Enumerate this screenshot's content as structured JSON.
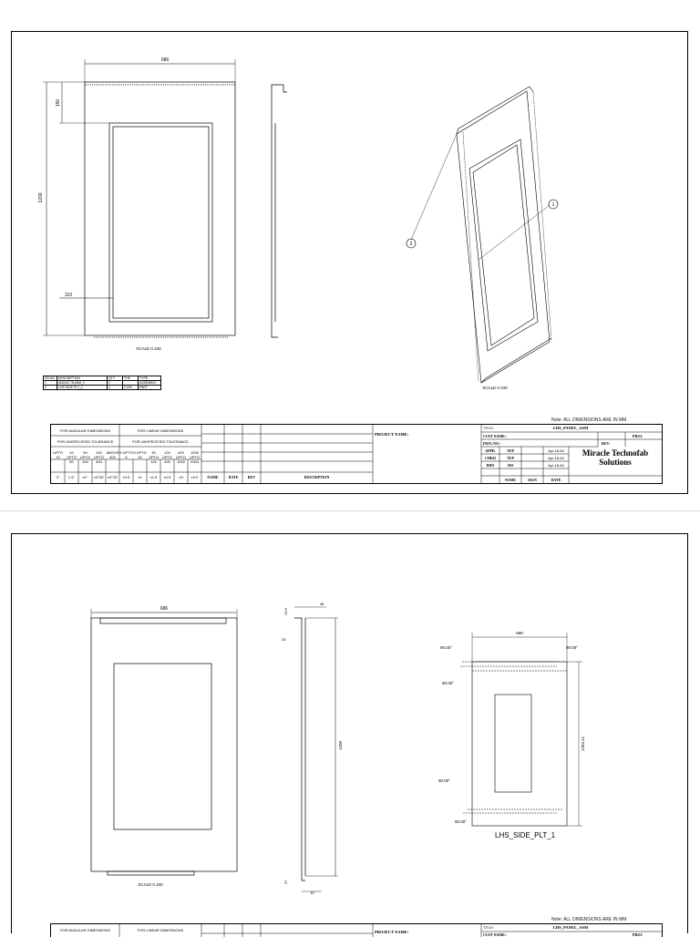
{
  "sheet1": {
    "front_view": {
      "dim_width": "686",
      "dim_height": "1200",
      "dim_top": "150",
      "dim_side": "110",
      "scale": "SCALE 0.100"
    },
    "iso_view": {
      "callout_1": "1",
      "callout_2": "2",
      "scale": "SCALE 0.100"
    },
    "bom": {
      "headers": [
        "SR.NO",
        "DESCRIPTION",
        "QTY",
        "THK",
        "TYPE"
      ],
      "rows": [
        [
          "1",
          "ANGLE 75 ASM_2",
          "1",
          "",
          "ASSEMBLY"
        ],
        [
          "2",
          "LHS SIDE PLT_1",
          "1",
          "2.000",
          "PART"
        ]
      ]
    },
    "note": "Note: ALL DIMENSIONS ARE IN MM"
  },
  "sheet2": {
    "front_view": {
      "dim_width": "686",
      "scale": "SCALE 0.100"
    },
    "side_view": {
      "dim_top_a": "23.5",
      "dim_top_b": "48",
      "dim_left": "25",
      "dim_height": "1200",
      "dim_bottom_a": "27",
      "dim_bottom_b": "57"
    },
    "flat_view": {
      "dim_width": "686",
      "dim_height": "1394.21",
      "angle_1": "90.00°",
      "angle_2": "90.00°",
      "angle_3": "90.00°",
      "angle_4": "90.00°",
      "angle_5": "90.00°",
      "part_name": "LHS_SIDE_PLT_1"
    },
    "note": "Note: ALL DIMENSIONS ARE IN MM"
  },
  "title_block": {
    "angular_header": "FOR ANGULAR DIMENSIONS",
    "linear_header": "FOR LINEAR DIMENSIONS",
    "unspec_tol": "FOR UNSPECIFIED TOLERANCE",
    "angular_ranges": [
      "UPTO 10",
      "10 UPTO 50",
      "50 UPTO 150",
      "150 UPTO 400",
      "ABOVE 400"
    ],
    "angular_values": [
      "3°",
      "1.5°",
      "±1°",
      "±0°30'",
      "±0°15'"
    ],
    "linear_ranges": [
      "0 UPTO 6",
      "6 UPTO 30",
      "30 UPTO 120",
      "120 UPTO 400",
      "400 UPTO 1000",
      "1000 UPTO 2000"
    ],
    "linear_values": [
      "±0.5",
      "±1",
      "±1.5",
      "±2.5",
      "±3",
      "±3.0"
    ],
    "rev_headers": [
      "NAME",
      "DATE",
      "REV",
      "DESCRIPTION"
    ],
    "project_label": "PROJECT NAME:",
    "title_label": "TITLE:",
    "title_value": "LHS_PANEL_ASM",
    "cust_label": "CUST NAME:-",
    "dwg_label": "DWG NO:-",
    "rev_label": "REV:",
    "proj_label": "PROJ.",
    "appd_label": "APPD.",
    "chkd_label": "CHKD",
    "drn_label": "DRN",
    "appd_sign": "TEP",
    "chkd_sign": "TEP",
    "drn_sign": "SSS",
    "appd_date": "Apr-18-84",
    "chkd_date": "Apr-18-84",
    "drn_date": "Apr-18-84",
    "sign_headers": [
      "NAME",
      "SIGN",
      "DATE"
    ],
    "company_1": "Miracle Technofab",
    "company_2": "Solutions"
  }
}
